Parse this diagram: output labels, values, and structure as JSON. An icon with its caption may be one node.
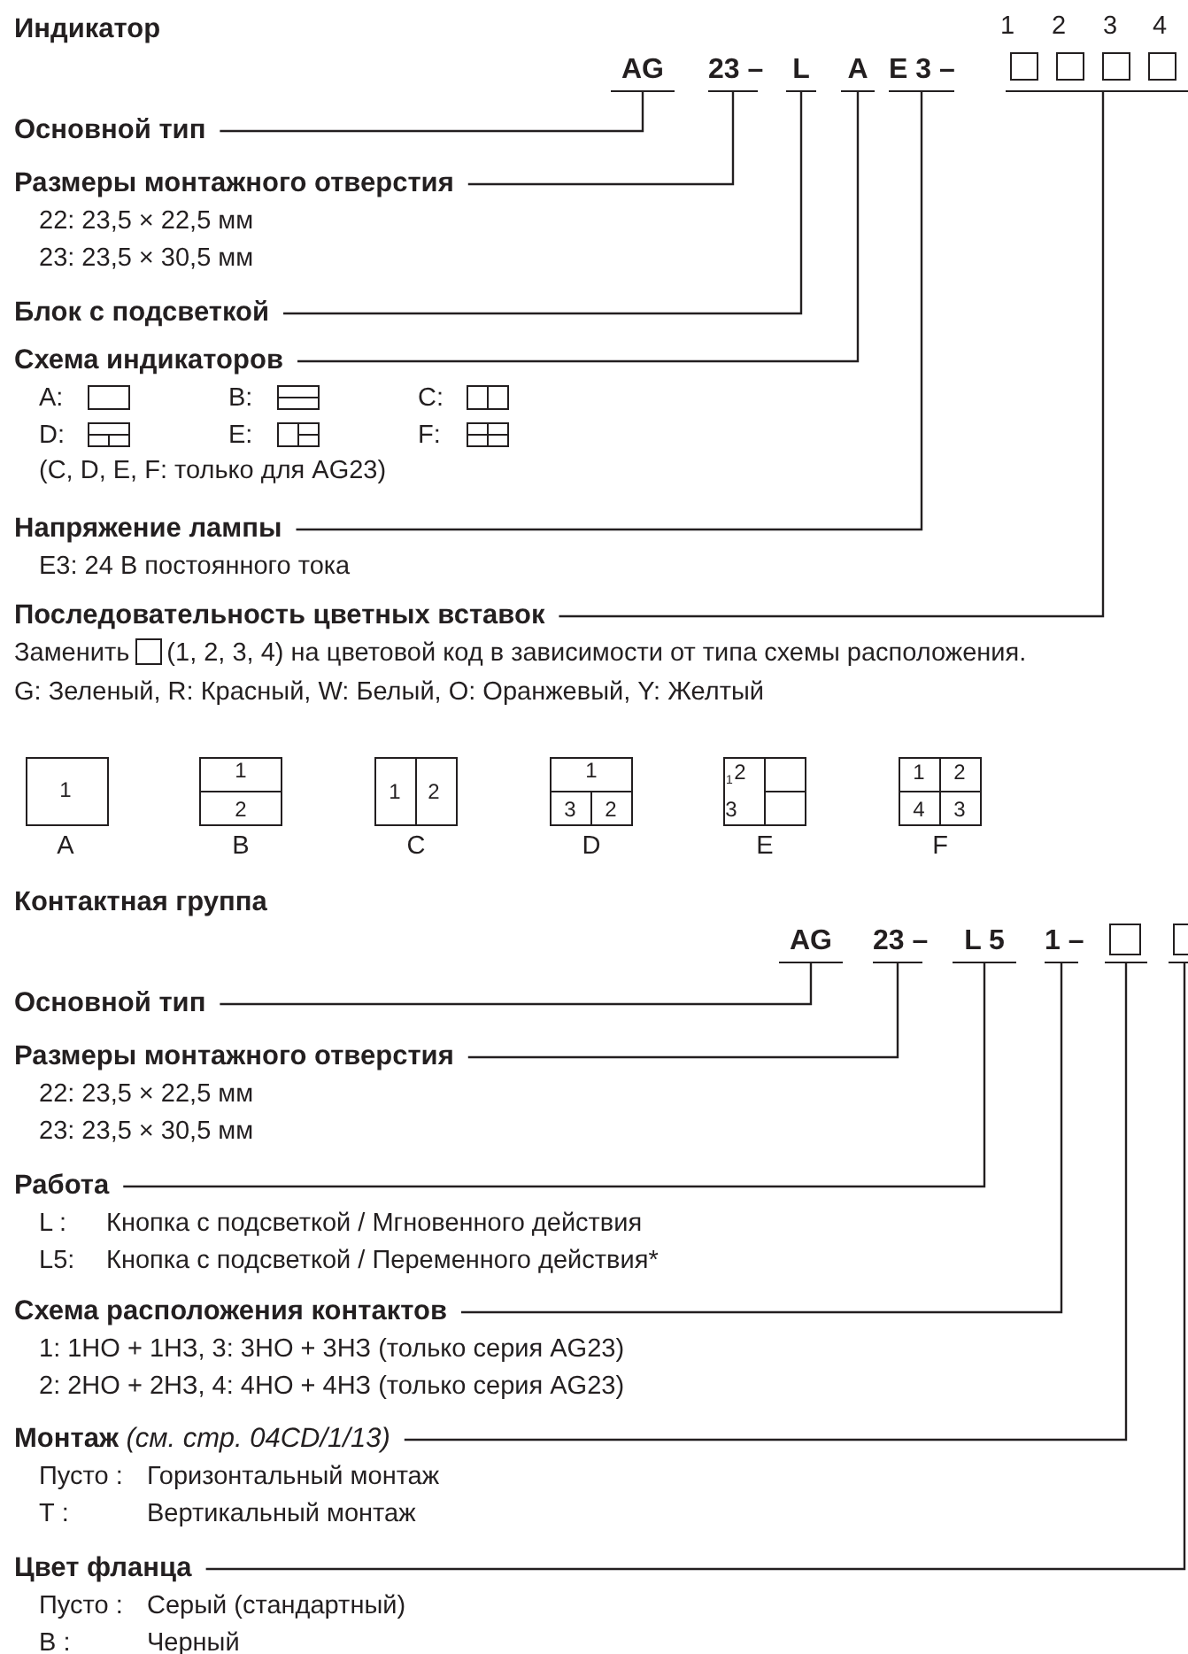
{
  "diagram": {
    "nodes": [
      {
        "text": [
          "AG"
        ]
      },
      {
        "text": [
          "23 –"
        ]
      },
      {
        "text": [
          "L"
        ]
      },
      {
        "text": [
          "A"
        ]
      },
      {
        "text": [
          "E 3 –"
        ]
      },
      {
        "text": [],
        "shape": "box"
      },
      {
        "text": [
          "Основной тип"
        ]
      },
      {
        "text": [
          "Размеры монтажного отверстия",
          "22: 23,5 × 22,5 мм",
          "23: 23,5 × 30,5 мм"
        ]
      },
      {
        "text": [
          "Блок с подсветкой"
        ]
      },
      {
        "text": [
          "Схема индикаторов",
          "A:",
          "B:",
          "C:",
          "D:",
          "E:",
          "F:",
          "(C, D, E, F: только для AG23)"
        ]
      },
      {
        "text": [
          "Напряжение лампы",
          "E3: 24 В постоянного тока"
        ]
      },
      {
        "text": [
          "Последовательность цветных вставок",
          "Заменить",
          "(1, 2, 3, 4) на цветовой код в зависимости от типа схемы расположения.",
          "G: Зеленый, R: Красный, W: Белый, O: Оранжевый, Y: Желтый"
        ]
      },
      {
        "text": [
          "AG"
        ]
      },
      {
        "text": [
          "23 –"
        ]
      },
      {
        "text": [
          "L 5"
        ]
      },
      {
        "text": [
          "1 –"
        ]
      },
      {
        "text": [],
        "shape": "box"
      },
      {
        "text": [],
        "shape": "box"
      },
      {
        "text": [
          "Основной тип"
        ]
      },
      {
        "text": [
          "Размеры монтажного отверстия",
          "22: 23,5 × 22,5 мм",
          "23: 23,5 × 30,5 мм"
        ]
      },
      {
        "text": [
          "Работа",
          "L :",
          "Кнопка с подсветкой / Мгновенного действия",
          "L5:",
          "Кнопка с подсветкой / Переменного действия*"
        ]
      },
      {
        "text": [
          "Схема расположения контактов",
          "1: 1НО + 1НЗ, 3: 3НО + 3НЗ (только серия AG23)",
          "2: 2НО + 2НЗ, 4: 4НО + 4НЗ (только серия AG23)"
        ]
      },
      {
        "text": [
          "Монтаж *(см. стр. 04CD/1/13)*",
          "Пусто :",
          "Горизонтальный монтаж",
          "Т :",
          "Вертикальный монтаж"
        ]
      },
      {
        "text": [
          "Цвет фланца",
          "Пусто :",
          "Серый (стандартный)",
          "B :",
          "Черный"
        ]
      }
    ],
    "edges": [
      {
        "from": 6,
        "to": 0,
        "arrow": "none"
      },
      {
        "from": 7,
        "to": 1,
        "arrow": "none"
      },
      {
        "from": 8,
        "to": 2,
        "arrow": "none"
      },
      {
        "from": 9,
        "to": 3,
        "arrow": "none"
      },
      {
        "from": 10,
        "to": 4,
        "arrow": "none"
      },
      {
        "from": 11,
        "to": 5,
        "arrow": "none"
      },
      {
        "from": 18,
        "to": 12,
        "arrow": "none"
      },
      {
        "from": 19,
        "to": 13,
        "arrow": "none"
      },
      {
        "from": 20,
        "to": 14,
        "arrow": "none"
      },
      {
        "from": 21,
        "to": 15,
        "arrow": "none"
      },
      {
        "from": 22,
        "to": 16,
        "arrow": "none"
      },
      {
        "from": 23,
        "to": 17,
        "arrow": "none"
      }
    ],
    "labels": [
      "Индикатор",
      "1",
      "2",
      "3",
      "4",
      "1",
      "A",
      "1",
      "2",
      "B",
      "1",
      "2",
      "C",
      "1",
      "3",
      "2",
      "D",
      "1",
      "2",
      "3",
      "E",
      "1",
      "2",
      "4",
      "3",
      "F",
      "Контактная группа"
    ]
  }
}
